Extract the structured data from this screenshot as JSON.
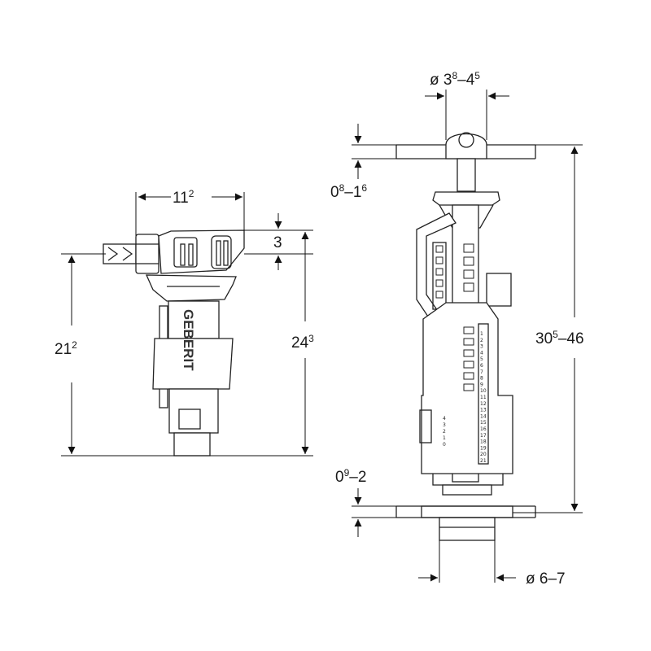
{
  "dimensions": {
    "fill_valve_width": {
      "base": "11",
      "sup": "2"
    },
    "fill_valve_offset": {
      "base": "3"
    },
    "fill_valve_height_left": {
      "base": "21",
      "sup": "2"
    },
    "fill_valve_height_right": {
      "base": "24",
      "sup": "3"
    },
    "flush_diameter_top": {
      "text": "ø 3",
      "sup1": "8",
      "mid": "–4",
      "sup2": "5"
    },
    "flush_thickness_top": {
      "base": "0",
      "sup1": "8",
      "mid": "–1",
      "sup2": "6"
    },
    "flush_height": {
      "base": "30",
      "sup": "5",
      "rest": "–46"
    },
    "flush_thickness_bottom": {
      "base": "0",
      "sup": "9",
      "rest": "–2"
    },
    "flush_diameter_bottom": {
      "text": "ø 6–7"
    }
  },
  "brand_logo": "GEBERIT",
  "scale_ticks": [
    "1",
    "2",
    "3",
    "4",
    "5",
    "6",
    "7",
    "8",
    "9",
    "10",
    "11",
    "12",
    "13",
    "14",
    "15",
    "16",
    "17",
    "18",
    "19",
    "20",
    "21"
  ],
  "small_ticks": [
    "4",
    "3",
    "2",
    "1",
    "0"
  ]
}
